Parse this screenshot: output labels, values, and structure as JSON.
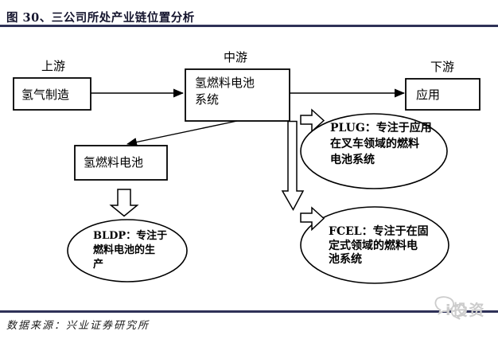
{
  "title": "图 30、三公司所处产业链位置分析",
  "stages": {
    "upstream": "上游",
    "midstream": "中游",
    "downstream": "下游"
  },
  "nodes": {
    "hydrogen_production": {
      "label": "氢气制造"
    },
    "fuel_cell_system": {
      "lines": [
        "氢燃料电池",
        "系统"
      ]
    },
    "application": {
      "label": "应用"
    },
    "fuel_cell": {
      "label": "氢燃料电池"
    }
  },
  "companies": {
    "bldp": {
      "lines": [
        "BLDP：专注于",
        "燃料电池的生",
        "产"
      ]
    },
    "plug": {
      "lines": [
        "PLUG：专注于应用",
        "在叉车领域的燃料",
        "电池系统"
      ]
    },
    "fcel": {
      "lines": [
        "FCEL：专注于在固",
        "定式领域的燃料电",
        "池系统"
      ]
    }
  },
  "footer": {
    "source": "数据来源：兴业证券研究所"
  },
  "watermark": {
    "icon": "wechat-chat-bubbles-icon",
    "text": "i投资"
  },
  "colors": {
    "rule": "#2e3157",
    "title_text": "#15152e",
    "diagram_stroke": "#000000",
    "watermark_gray": "#cccccc",
    "background": "#ffffff"
  }
}
